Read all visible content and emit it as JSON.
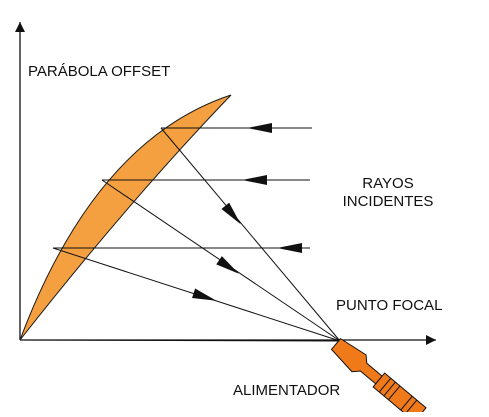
{
  "diagram": {
    "title": "PARÁBOLA OFFSET",
    "rays_label": [
      "RAYOS",
      "INCIDENTES"
    ],
    "focal_label": "PUNTO FOCAL",
    "feed_label": "ALIMENTADOR",
    "colors": {
      "reflector_fill": "#F5A040",
      "reflector_stroke": "#1a1a1a",
      "feed_fill": "#F07A1A",
      "line": "#111111",
      "text": "#111111"
    }
  }
}
